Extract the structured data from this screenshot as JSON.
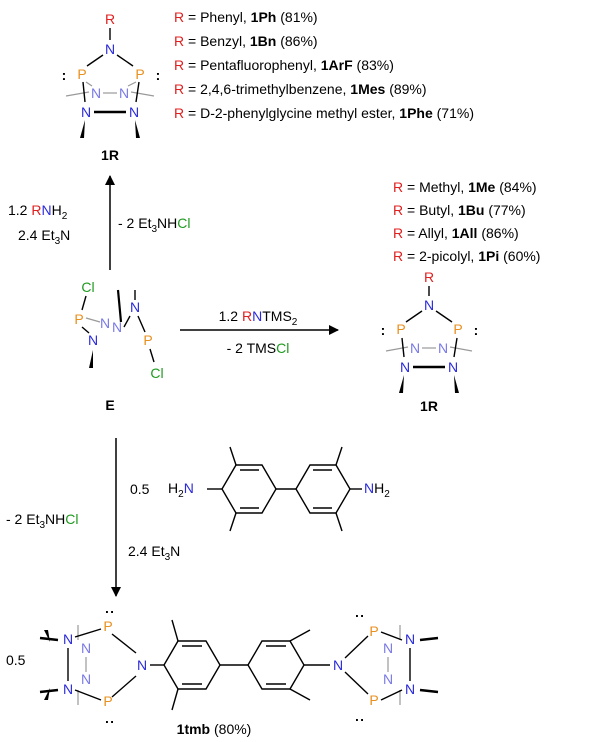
{
  "colors": {
    "black": "#000000",
    "R_red": "#e02020",
    "N_blue": "#2a2adc",
    "N_light": "#7a7ae6",
    "P_orange": "#e8901e",
    "Cl_green": "#1f9a1f",
    "methyl_grey": "#9a9a9a"
  },
  "atoms": {
    "R": "R",
    "N": "N",
    "P": "P",
    "Cl": "Cl",
    "H": "H",
    "two": "2",
    "lone_pair": ":"
  },
  "top_list": {
    "rows": [
      {
        "r": "R",
        "eq": " = Phenyl, ",
        "code": "1Ph",
        "yield": " (81%)"
      },
      {
        "r": "R",
        "eq": " = Benzyl, ",
        "code": "1Bn",
        "yield": " (86%)"
      },
      {
        "r": "R",
        "eq": " = Pentafluorophenyl, ",
        "code": "1ArF",
        "yield": " (83%)"
      },
      {
        "r": "R",
        "eq": " = 2,4,6-trimethylbenzene, ",
        "code": "1Mes",
        "yield": " (89%)"
      },
      {
        "r": "R",
        "eq": " = D-2-phenylglycine methyl ester, ",
        "code": "1Phe",
        "yield": " (71%)"
      }
    ]
  },
  "right_list": {
    "rows": [
      {
        "r": "R",
        "eq": " = Methyl, ",
        "code": "1Me",
        "yield": " (84%)"
      },
      {
        "r": "R",
        "eq": " = Butyl, ",
        "code": "1Bu",
        "yield": " (77%)"
      },
      {
        "r": "R",
        "eq": " = Allyl, ",
        "code": "1All",
        "yield": " (86%)"
      },
      {
        "r": "R",
        "eq": " = 2-picolyl, ",
        "code": "1Pi",
        "yield": " (60%)"
      }
    ]
  },
  "compound_labels": {
    "top_product": "1R",
    "right_product": "1R",
    "start": "E",
    "bottom_product": "1tmb",
    "bottom_yield": " (80%)"
  },
  "reagents": {
    "up_left_1": "1.2 ",
    "up_left_1_r": "R",
    "up_left_1_n": "N",
    "up_left_1_h": "H",
    "up_left_1_sub": "2",
    "up_left_2": "2.4 Et",
    "up_left_2_sub": "3",
    "up_left_2_n": "N",
    "up_right_pre": "- 2 Et",
    "up_right_sub": "3",
    "up_right_nh": "NH",
    "up_right_cl": "Cl",
    "right_above_pre": "1.2 ",
    "right_above_r": "R",
    "right_above_n": "N",
    "right_above_tms": "TMS",
    "right_above_sub": "2",
    "right_below_pre": "- 2 TMS",
    "right_below_cl": "Cl",
    "down_left_pre": "- 2 Et",
    "down_left_sub": "3",
    "down_left_nh": "NH",
    "down_left_cl": "Cl",
    "down_right_1": "0.5",
    "down_right_2": "2.4 Et",
    "down_right_2_sub": "3",
    "down_right_2_n": "N",
    "bottom_half": "0.5"
  }
}
